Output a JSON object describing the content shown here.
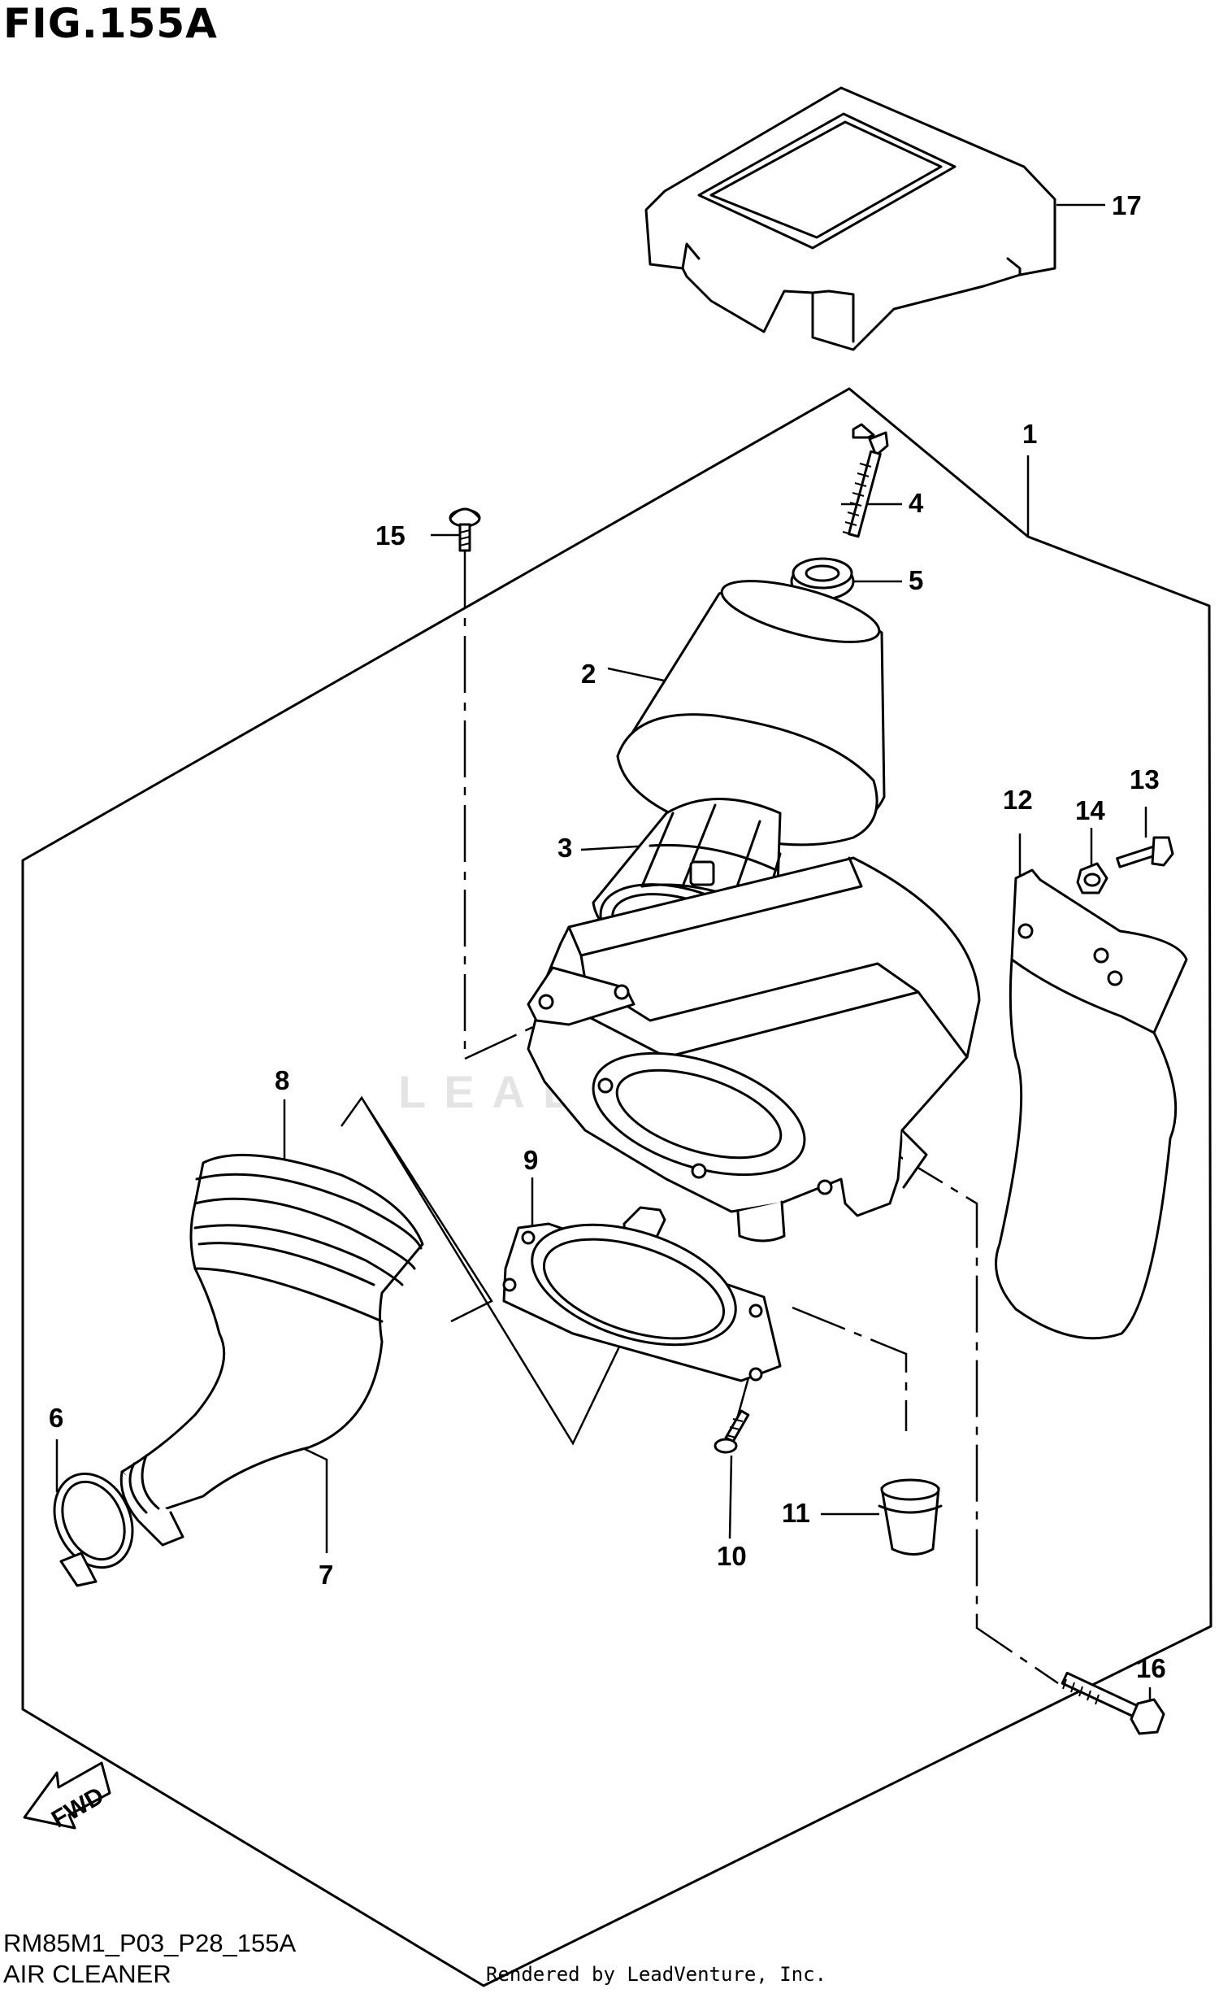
{
  "figure_title": "FIG.155A",
  "diagram_code": "RM85M1_P03_P28_155A",
  "diagram_name": "AIR CLEANER",
  "rendered_by": "Rendered by LeadVenture, Inc.",
  "watermark": "LEADVENTURE",
  "fwd_label": "FWD",
  "callouts": [
    {
      "id": "callout-1",
      "text": "1"
    },
    {
      "id": "callout-2",
      "text": "2"
    },
    {
      "id": "callout-3",
      "text": "3"
    },
    {
      "id": "callout-4",
      "text": "4"
    },
    {
      "id": "callout-5",
      "text": "5"
    },
    {
      "id": "callout-6",
      "text": "6"
    },
    {
      "id": "callout-7",
      "text": "7"
    },
    {
      "id": "callout-8",
      "text": "8"
    },
    {
      "id": "callout-9",
      "text": "9"
    },
    {
      "id": "callout-10",
      "text": "10"
    },
    {
      "id": "callout-11",
      "text": "11"
    },
    {
      "id": "callout-12",
      "text": "12"
    },
    {
      "id": "callout-13",
      "text": "13"
    },
    {
      "id": "callout-14",
      "text": "14"
    },
    {
      "id": "callout-15",
      "text": "15"
    },
    {
      "id": "callout-16",
      "text": "16"
    },
    {
      "id": "callout-17",
      "text": "17"
    }
  ]
}
